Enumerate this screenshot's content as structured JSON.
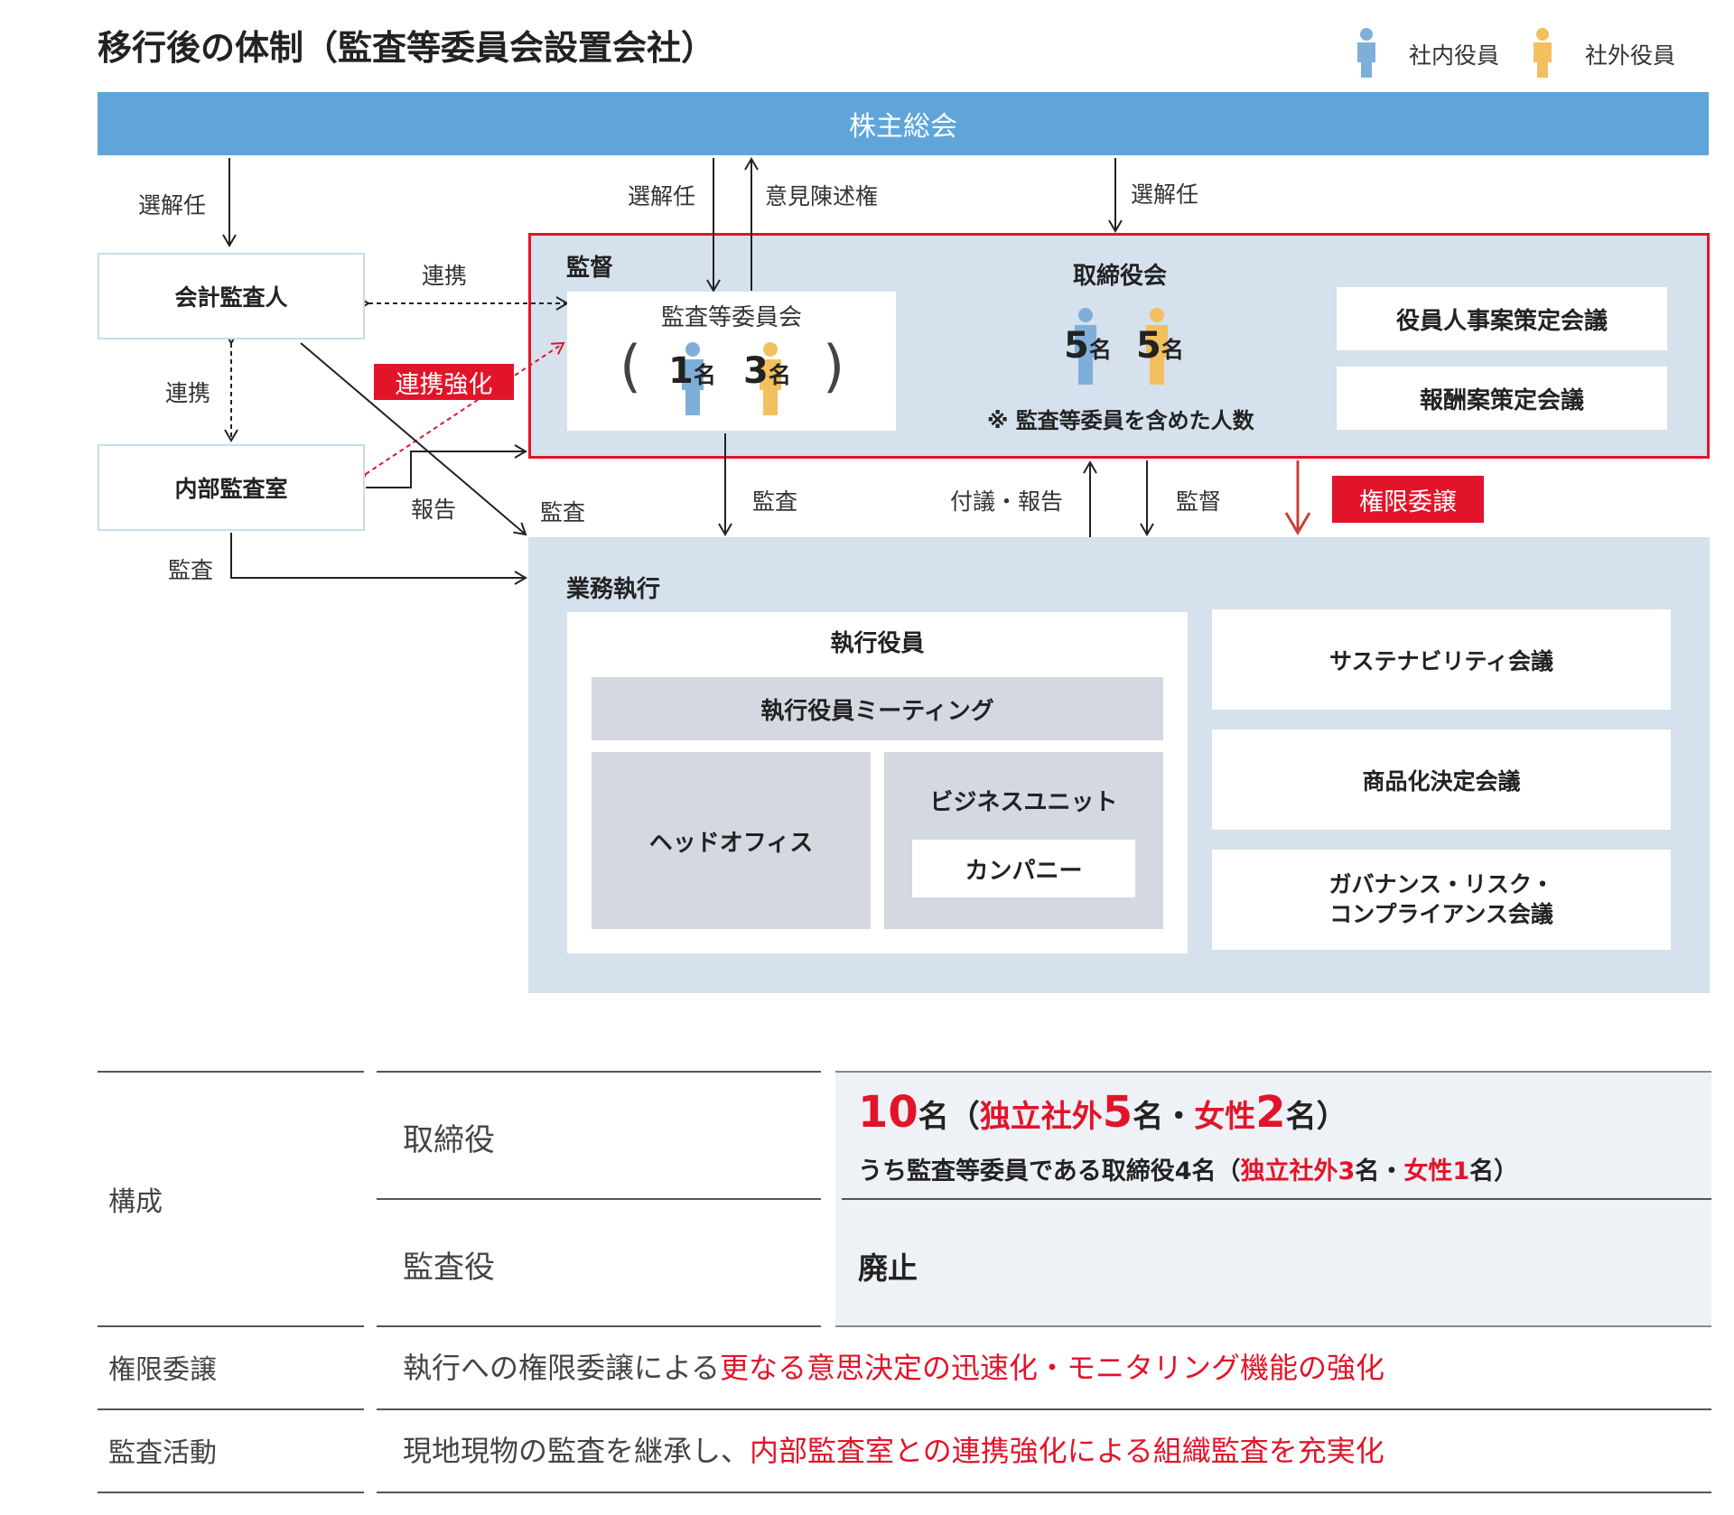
{
  "title": "移行後の体制（監査等委員会設置会社）",
  "legend": {
    "internal": {
      "label": "社内役員",
      "color": "#7fafd9"
    },
    "external": {
      "label": "社外役員",
      "color": "#f2c05e"
    }
  },
  "shareholders": "株主総会",
  "auditor": "会計監査人",
  "internal_audit": "内部監査室",
  "labels": {
    "appoint_left": "選解任",
    "appoint_mid": "選解任",
    "opinion_right": "意見陳述権",
    "appoint_right": "選解任",
    "coop_top": "連携",
    "coop_left": "連携",
    "coop_strength": "連携強化",
    "report": "報告",
    "audit_diag": "監査",
    "audit_bottom": "監査",
    "audit_mid": "監査",
    "deliberate": "付議・報告",
    "supervise": "監督",
    "delegation": "権限委譲"
  },
  "supervision": {
    "title": "監督",
    "committee": {
      "title": "監査等委員会",
      "internal": "1",
      "external": "3",
      "unit": "名"
    },
    "board": {
      "title": "取締役会",
      "internal": "5",
      "external": "5",
      "unit": "名",
      "note": "※ 監査等委員を含めた人数"
    },
    "meetings": [
      "役員人事案策定会議",
      "報酬案策定会議"
    ]
  },
  "execution": {
    "title": "業務執行",
    "officers": "執行役員",
    "officer_meeting": "執行役員ミーティング",
    "head_office": "ヘッドオフィス",
    "business_unit": "ビジネスユニット",
    "company": "カンパニー",
    "councils": [
      "サステナビリティ会議",
      "商品化決定会議",
      "ガバナンス・リスク・\nコンプライアンス会議"
    ]
  },
  "table": {
    "composition": "構成",
    "directors_label": "取締役",
    "directors": {
      "total": "10",
      "unit": "名",
      "open": "（",
      "indep_label": "独立社外",
      "indep_num": "5",
      "sep": "名・",
      "female_label": "女性",
      "female_num": "2",
      "close": "名）",
      "line2_a": "うち監査等委員である取締役4名（",
      "line2_indep": "独立社外3",
      "line2_b": "名・",
      "line2_female": "女性1",
      "line2_c": "名）"
    },
    "auditors_label": "監査役",
    "auditors_value": "廃止",
    "delegation_label": "権限委譲",
    "delegation_a": "執行への権限委譲による",
    "delegation_b": "更なる意思決定の迅速化・モニタリング機能の強化",
    "audit_label": "監査活動",
    "audit_a": "現地現物の監査を継承し、",
    "audit_b": "内部監査室との連携強化による組織監査を充実化"
  }
}
